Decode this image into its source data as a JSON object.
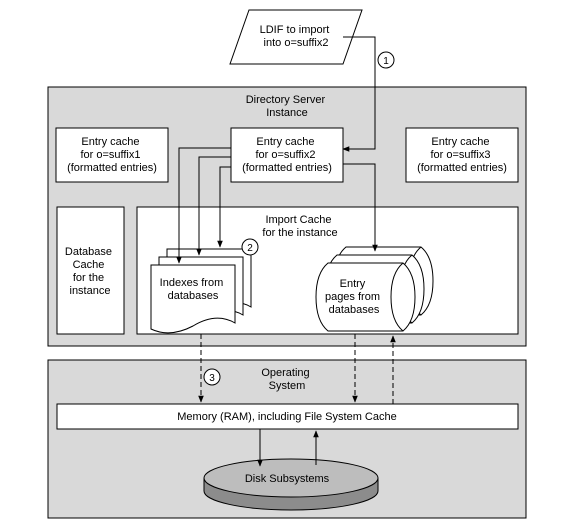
{
  "ldif_input": {
    "lines": [
      "LDIF to import",
      "into o=suffix2"
    ]
  },
  "server_instance": {
    "lines": [
      "Directory Server",
      "Instance"
    ]
  },
  "entry_cache_1": {
    "lines": [
      "Entry cache",
      "for o=suffix1",
      "(formatted entries)"
    ]
  },
  "entry_cache_2": {
    "lines": [
      "Entry cache",
      "for o=suffix2",
      "(formatted entries)"
    ]
  },
  "entry_cache_3": {
    "lines": [
      "Entry cache",
      "for o=suffix3",
      "(formatted entries)"
    ]
  },
  "database_cache": {
    "lines": [
      "Database",
      "Cache",
      "for the",
      "instance"
    ]
  },
  "import_cache": {
    "lines": [
      "Import Cache",
      "for the instance"
    ]
  },
  "indexes": {
    "lines": [
      "Indexes from",
      "databases"
    ]
  },
  "entry_pages": {
    "lines": [
      "Entry",
      "pages from",
      "databases"
    ]
  },
  "operating_system": {
    "lines": [
      "Operating",
      "System"
    ]
  },
  "memory": {
    "label": "Memory (RAM), including File System Cache"
  },
  "disk": {
    "label": "Disk Subsystems"
  },
  "steps": [
    "1",
    "2",
    "3"
  ],
  "colors": {
    "region_fill": "#d9d9d9",
    "box_fill": "#ffffff",
    "disk_top": "#bdbdbd",
    "disk_side": "#8c8c8c",
    "stroke": "#000000"
  }
}
